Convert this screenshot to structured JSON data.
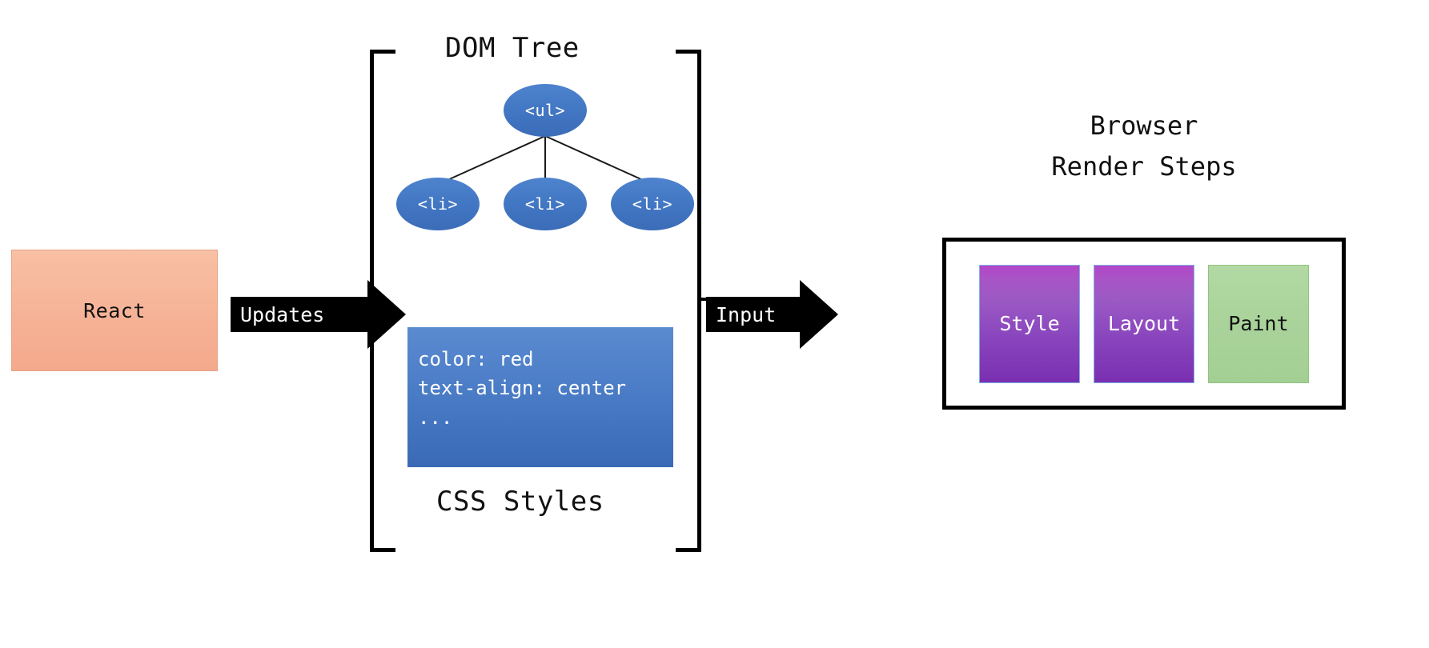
{
  "source": {
    "label": "React",
    "fill_color": "#f6b296"
  },
  "arrows": [
    {
      "id": "updates",
      "label": "Updates",
      "color": "#000000"
    },
    {
      "id": "input",
      "label": "Input",
      "color": "#000000"
    }
  ],
  "dom_section": {
    "top_caption": "DOM Tree",
    "bottom_caption": "CSS Styles",
    "tree": {
      "root": {
        "label": "<ul>"
      },
      "children": [
        {
          "label": "<li>"
        },
        {
          "label": "<li>"
        },
        {
          "label": "<li>"
        }
      ],
      "node_color": "#4378c4"
    },
    "css_block": {
      "lines": [
        "color: red",
        "text-align: center",
        "..."
      ],
      "fill_color": "#4b7cc6",
      "text_color": "#ffffff"
    }
  },
  "browser_section": {
    "title_line1": "Browser",
    "title_line2": "Render Steps",
    "steps": [
      {
        "label": "Style",
        "color": "#8a46be"
      },
      {
        "label": "Layout",
        "color": "#8a46be"
      },
      {
        "label": "Paint",
        "color": "#a9d39a"
      }
    ]
  }
}
